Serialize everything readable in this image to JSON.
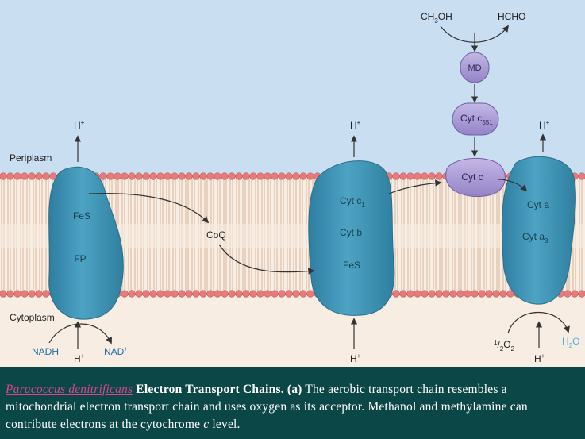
{
  "regions": {
    "periplasm": "Periplasm",
    "cytoplasm": "Cytoplasm"
  },
  "complex1": {
    "top": "FeS",
    "bottom": "FP"
  },
  "complex3": {
    "line1": "Cyt c",
    "line1_sub": "1",
    "line2": "Cyt b",
    "line3": "FeS"
  },
  "cytc": "Cyt c",
  "cytc551": "Cyt c",
  "cytc551_sub": "551",
  "md": "MD",
  "complex4": {
    "line1": "Cyt a",
    "line2": "Cyt a",
    "line2_sub": "3"
  },
  "coq": "CoQ",
  "methanol": {
    "ch": "CH",
    "sub": "3",
    "oh": "OH"
  },
  "formaldehyde": "HCHO",
  "proton": {
    "h": "H",
    "plus": "+"
  },
  "nadh": "NADH",
  "nad": {
    "main": "NAD",
    "sup": "+"
  },
  "oxygen": {
    "one": "1",
    "slash": "/",
    "two": "2",
    "o": "O",
    "sub": "2"
  },
  "water": {
    "h": "H",
    "sub": "2",
    "o": "O"
  },
  "caption": {
    "species": "Paracoccus denitrificans",
    "title": " Electron Transport Chains. (a)",
    "text1": " The aerobic transport chain resembles a mitochondrial electron transport chain and uses oxygen as its acceptor. Methanol and methylamine can contribute electrons at the cytochrome ",
    "cyto_letter": "c",
    "text2": " level."
  },
  "colors": {
    "periplasm_bg": "#c9def0",
    "cytoplasm_bg": "#f7ede2",
    "lipid_head": "#e77a7a",
    "protein_blue": "#3f93b4",
    "protein_purple": "#a898d2",
    "caption_bg": "#0c4747",
    "caption_species": "#d84590",
    "label_blue": "#1f6fa8"
  }
}
